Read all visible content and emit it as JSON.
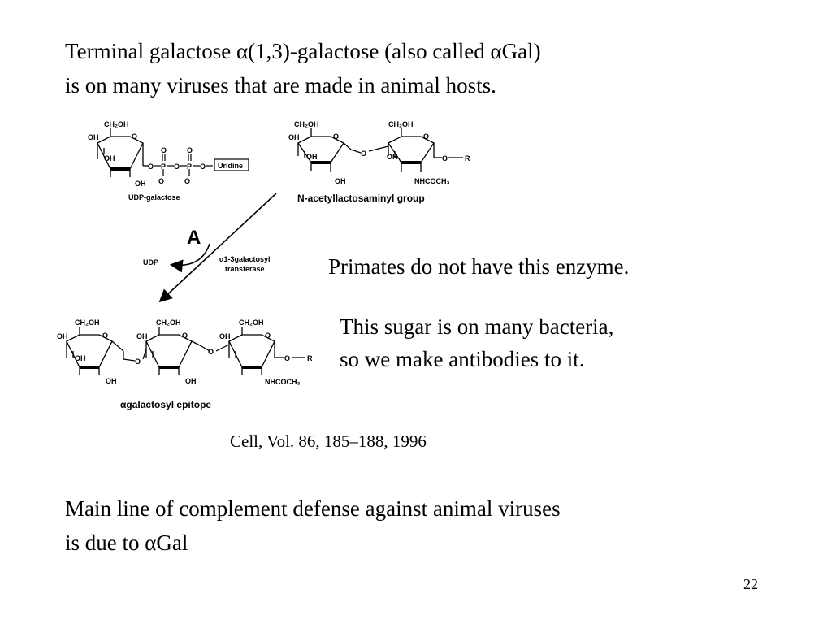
{
  "slide": {
    "title_line1": "Terminal galactose α(1,3)-galactose (also called αGal)",
    "title_line2": "is on many viruses that are made in animal hosts.",
    "note_enzyme": "Primates do not have this enzyme.",
    "note_bacteria_line1": "This sugar is on many bacteria,",
    "note_bacteria_line2": "so we make antibodies to it.",
    "citation": "Cell, Vol. 86, 185–188, 1996",
    "bottom_line1": "Main line of complement defense against animal viruses",
    "bottom_line2": "is due to αGal",
    "page_number": "22"
  },
  "diagram": {
    "udp_galactose": {
      "ch2oh": "CH₂OH",
      "o_ring": "O",
      "oh_left": "OH",
      "oh_mid": "OH",
      "oh_bottom": "OH",
      "o1": "O",
      "p1": "P",
      "o2": "O",
      "p2": "P",
      "o3": "O",
      "o_top1": "O",
      "o_top2": "O",
      "o_minus1": "O⁻",
      "o_minus2": "O⁻",
      "uridine": "Uridine",
      "caption": "UDP-galactose"
    },
    "lactosamine": {
      "ch2oh_1": "CH₂OH",
      "ch2oh_2": "CH₂OH",
      "o_ring1": "O",
      "o_ring2": "O",
      "oh_1": "OH",
      "oh_2": "OH",
      "oh_3": "OH",
      "oh_4": "OH",
      "o_link": "O",
      "o_r": "O",
      "r": "R",
      "nhcoch3": "NHCOCH₃",
      "caption": "N-acetyllactosaminyl group"
    },
    "reaction": {
      "step": "A",
      "udp": "UDP",
      "enzyme_line1": "α1-3galactosyl",
      "enzyme_line2": "transferase"
    },
    "epitope": {
      "ch2oh_1": "CH₂OH",
      "ch2oh_2": "CH₂OH",
      "ch2oh_3": "CH₂OH",
      "o_ring1": "O",
      "o_ring2": "O",
      "o_ring3": "O",
      "oh_1": "OH",
      "oh_2": "OH",
      "oh_3": "OH",
      "oh_4": "OH",
      "oh_5": "OH",
      "oh_6": "OH",
      "o_link1": "O",
      "o_link2": "O",
      "o_r": "O",
      "r": "R",
      "nhcoch3": "NHCOCH₃",
      "caption": "αgalactosyl epitope"
    }
  }
}
